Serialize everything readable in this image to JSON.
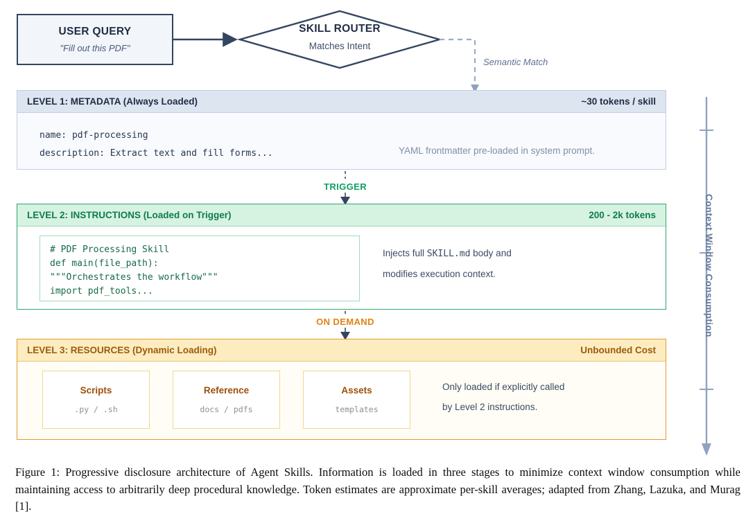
{
  "figure": {
    "caption": "Figure 1: Progressive disclosure architecture of Agent Skills. Information is loaded in three stages to minimize context window consumption while maintaining access to arbitrarily deep procedural knowledge. Token estimates are approximate per-skill averages; adapted from Zhang, Lazuka, and Murag [1]."
  },
  "query": {
    "title": "USER QUERY",
    "subtitle": "\"Fill out this PDF\""
  },
  "router": {
    "title": "SKILL ROUTER",
    "subtitle": "Matches Intent",
    "edge_label": "Semantic Match"
  },
  "connectors": {
    "trigger": "TRIGGER",
    "on_demand": "ON DEMAND"
  },
  "axis": {
    "label": "Context Window Consumption"
  },
  "levels": [
    {
      "header": "LEVEL 1: METADATA (Always Loaded)",
      "cost": "~30 tokens / skill",
      "code_lines": [
        "name: pdf-processing",
        "description: Extract text and fill forms..."
      ],
      "note": "YAML frontmatter pre-loaded in system prompt.",
      "accent": "#5b7fb5"
    },
    {
      "header": "LEVEL 2: INSTRUCTIONS (Loaded on Trigger)",
      "cost": "200 - 2k tokens",
      "code_lines": [
        "# PDF Processing Skill",
        "def main(file_path):",
        "\"\"\"Orchestrates the workflow\"\"\"",
        "import pdf_tools..."
      ],
      "note_line1_pre": "Injects full ",
      "note_line1_code": "SKILL.md",
      "note_line1_post": " body and",
      "note_line2": "modifies execution context.",
      "accent": "#2fa46d"
    },
    {
      "header": "LEVEL 3: RESOURCES (Dynamic Loading)",
      "cost": "Unbounded Cost",
      "cards": [
        {
          "title": "Scripts",
          "subtitle": ".py / .sh"
        },
        {
          "title": "Reference",
          "subtitle": "docs / pdfs"
        },
        {
          "title": "Assets",
          "subtitle": "templates"
        }
      ],
      "note_line1": "Only loaded if explicitly called",
      "note_line2": "by Level 2 instructions.",
      "accent": "#e09a2b"
    }
  ]
}
